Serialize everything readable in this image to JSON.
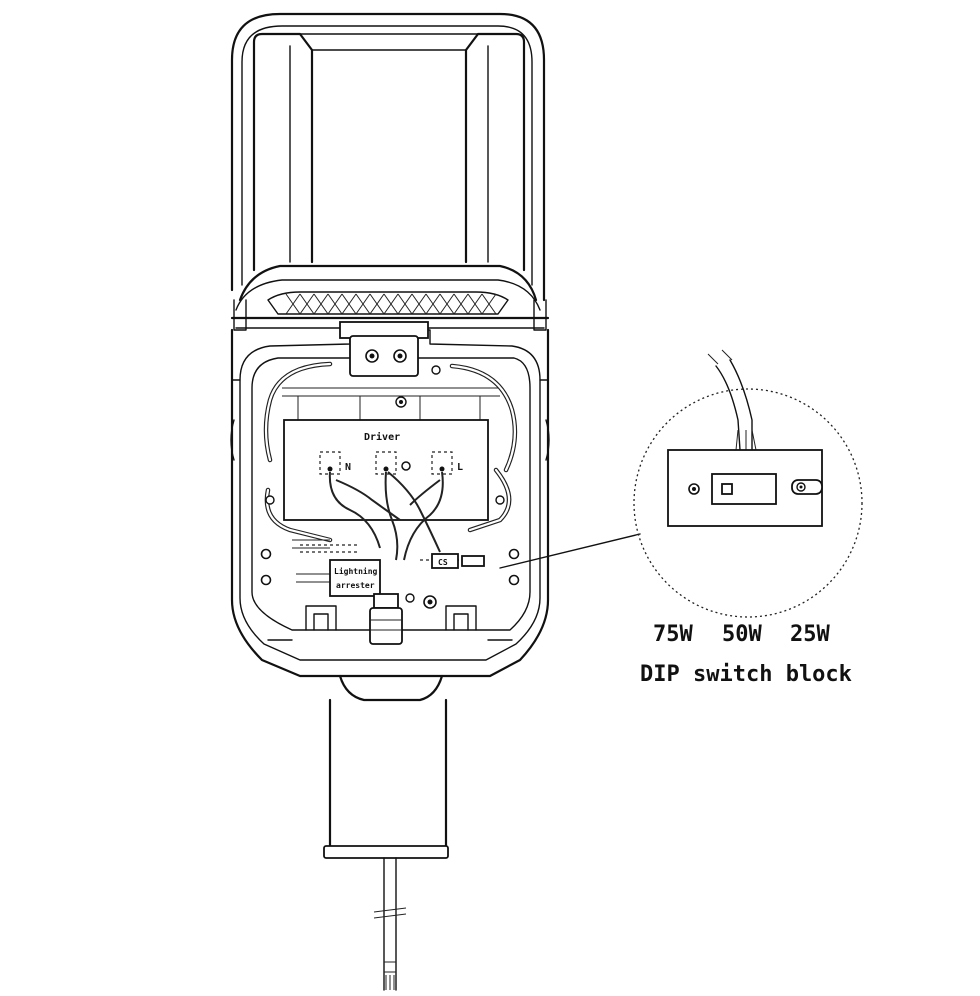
{
  "labels": {
    "driver": "Driver",
    "terminal_n": "N",
    "terminal_l": "L",
    "arrester_line1": "Lightning",
    "arrester_line2": "arrester",
    "small_box": "CS"
  },
  "dip_callout": {
    "options": [
      "75W",
      "50W",
      "25W"
    ],
    "caption": "DIP switch block"
  }
}
